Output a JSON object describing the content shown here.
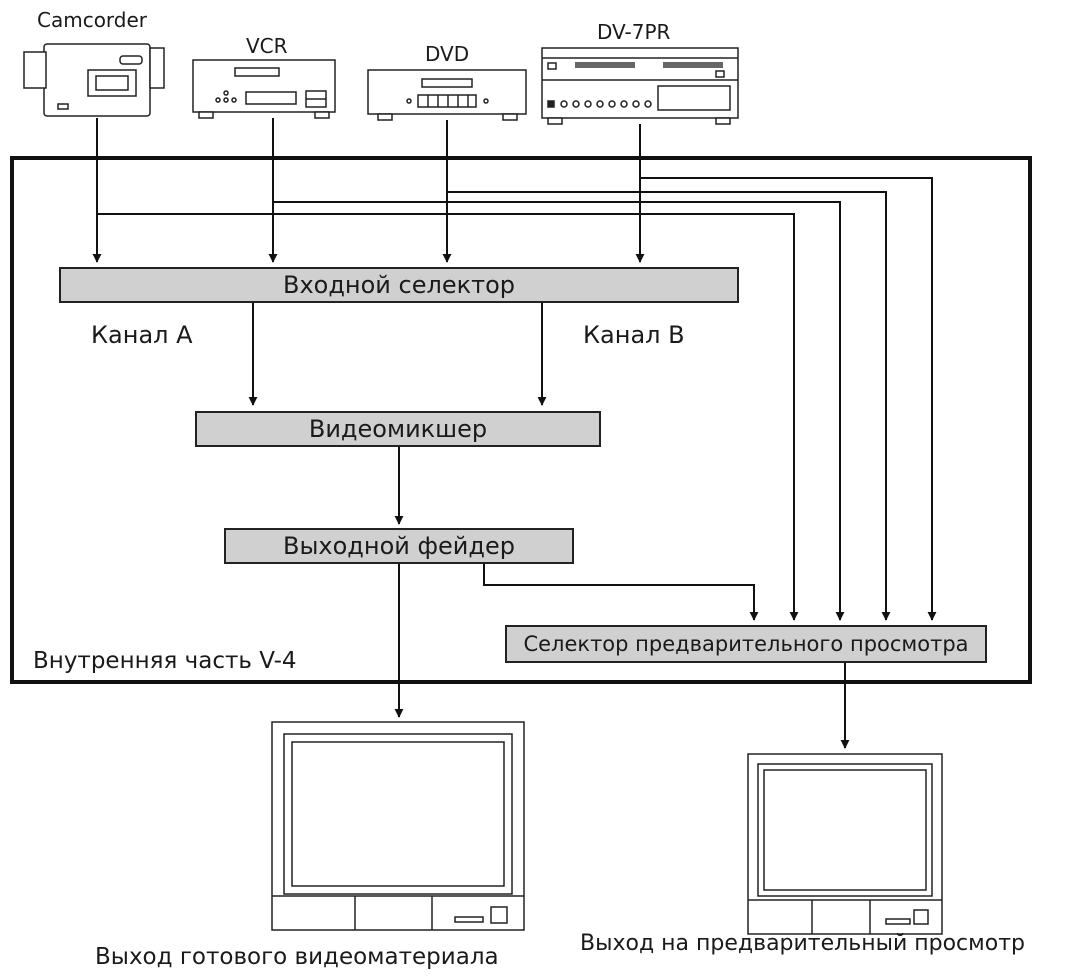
{
  "devices": {
    "camcorder": "Camcorder",
    "vcr": "VCR",
    "dvd": "DVD",
    "dv7pr": "DV-7PR"
  },
  "blocks": {
    "input_selector": "Входной селектор",
    "video_mixer": "Видеомикшер",
    "output_fader": "Выходной фейдер",
    "preview_selector": "Селектор предварительного просмотра"
  },
  "channels": {
    "a": "Канал A",
    "b": "Канал B"
  },
  "enclosure_label": "Внутренняя часть V-4",
  "outputs": {
    "final": "Выход готового видеоматериала",
    "preview": "Выход на предварительный просмотр"
  }
}
